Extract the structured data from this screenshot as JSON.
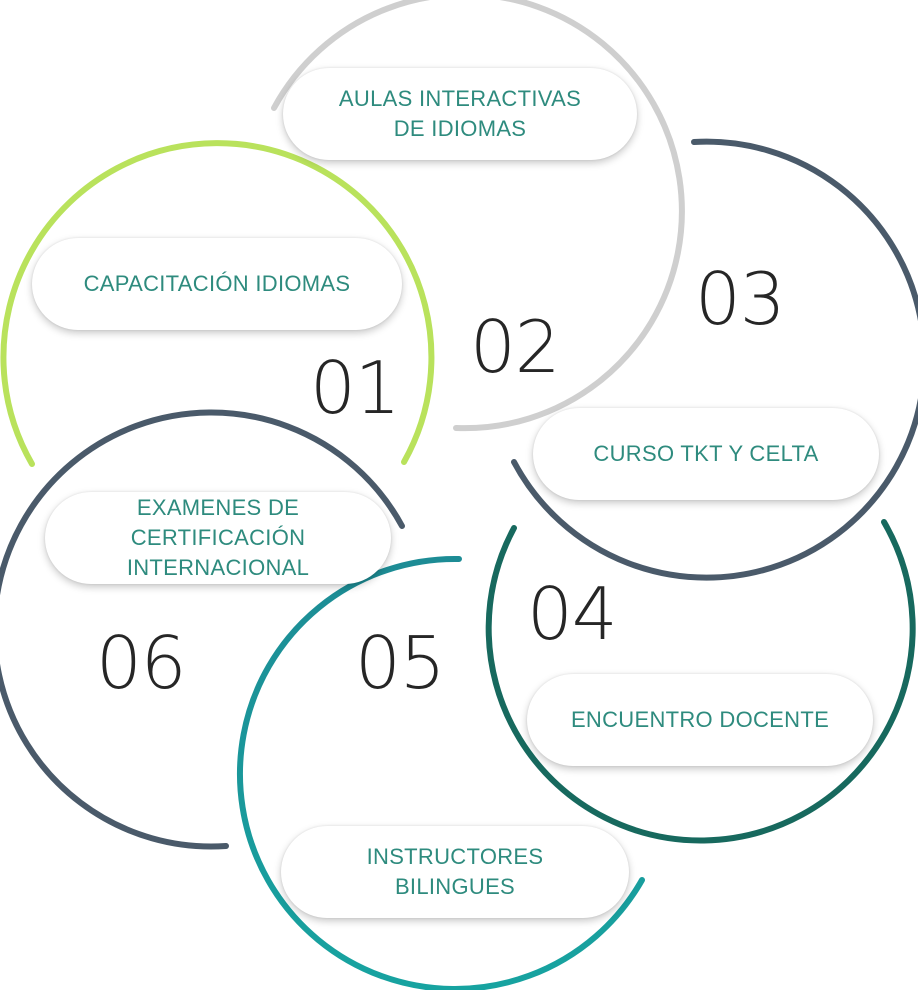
{
  "colors": {
    "ring_01": "#b9e25c",
    "ring_02": "#cfcfcf",
    "ring_03": "#4a5a6a",
    "ring_04": "#17695e",
    "ring_05": "#1d8c95",
    "ring_06": "#4a5a6a",
    "label_text": "#2e8b7e",
    "number_text": "#262626"
  },
  "steps": [
    {
      "number": "01",
      "label": "CAPACITACIÓN IDIOMAS"
    },
    {
      "number": "02",
      "label": "AULAS INTERACTIVAS\nDE IDIOMAS"
    },
    {
      "number": "03",
      "label": "CURSO TKT Y CELTA"
    },
    {
      "number": "04",
      "label": "ENCUENTRO DOCENTE"
    },
    {
      "number": "05",
      "label": "INSTRUCTORES\nBILINGUES"
    },
    {
      "number": "06",
      "label": "EXAMENES DE\nCERTIFICACIÓN\nINTERNACIONAL"
    }
  ]
}
